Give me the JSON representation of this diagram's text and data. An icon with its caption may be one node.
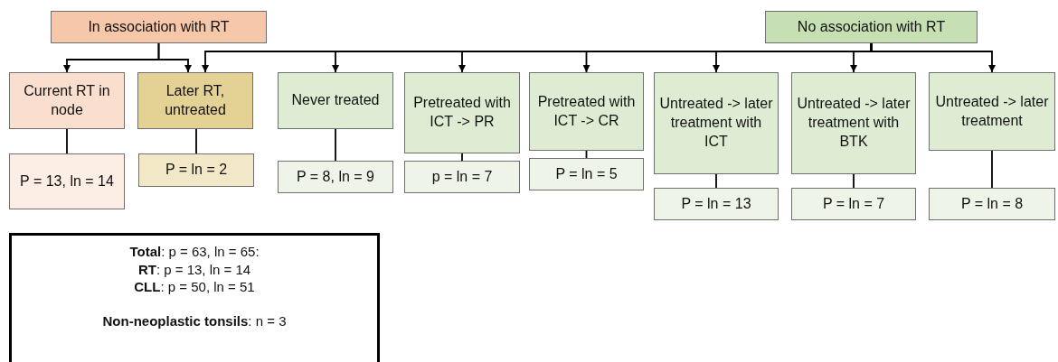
{
  "diagram": {
    "nodes": [
      {
        "text": [
          "In association with RT"
        ]
      },
      {
        "text": [
          "No association with RT"
        ]
      },
      {
        "text": [
          "Current RT in node"
        ]
      },
      {
        "text": [
          "Later RT, untreated"
        ]
      },
      {
        "text": [
          "Never treated"
        ]
      },
      {
        "text": [
          "Pretreated with ICT -> PR"
        ]
      },
      {
        "text": [
          "Pretreated with ICT -> CR"
        ]
      },
      {
        "text": [
          "Untreated -> later treatment with ICT"
        ]
      },
      {
        "text": [
          "Untreated -> later treatment with BTK"
        ]
      },
      {
        "text": [
          "Untreated -> later treatment"
        ]
      },
      {
        "text": [
          "P = 13, ln = 14"
        ]
      },
      {
        "text": [
          "P = ln = 2"
        ]
      },
      {
        "text": [
          "P = 8, ln = 9"
        ]
      },
      {
        "text": [
          "p = ln = 7"
        ]
      },
      {
        "text": [
          "P = ln = 5"
        ]
      },
      {
        "text": [
          "P = ln = 13"
        ]
      },
      {
        "text": [
          "P = ln = 7"
        ]
      },
      {
        "text": [
          "P = ln = 8"
        ]
      },
      {
        "text": [
          "**Total**: p = 63, ln = 65:",
          "**RT**: p = 13, ln = 14",
          "**CLL**: p = 50, ln = 51",
          "**Non-neoplastic tonsils**: n = 3"
        ]
      }
    ],
    "edges": [
      {
        "from": 0,
        "to": 2,
        "arrow": "to"
      },
      {
        "from": 0,
        "to": 3,
        "arrow": "to"
      },
      {
        "from": 1,
        "to": 3,
        "arrow": "to"
      },
      {
        "from": 1,
        "to": 4,
        "arrow": "to"
      },
      {
        "from": 1,
        "to": 5,
        "arrow": "to"
      },
      {
        "from": 1,
        "to": 6,
        "arrow": "to"
      },
      {
        "from": 1,
        "to": 7,
        "arrow": "to"
      },
      {
        "from": 1,
        "to": 8,
        "arrow": "to"
      },
      {
        "from": 1,
        "to": 9,
        "arrow": "to"
      },
      {
        "from": 2,
        "to": 10,
        "arrow": "none"
      },
      {
        "from": 3,
        "to": 11,
        "arrow": "none"
      },
      {
        "from": 4,
        "to": 12,
        "arrow": "none"
      },
      {
        "from": 5,
        "to": 13,
        "arrow": "none"
      },
      {
        "from": 6,
        "to": 14,
        "arrow": "none"
      },
      {
        "from": 7,
        "to": 15,
        "arrow": "none"
      },
      {
        "from": 8,
        "to": 16,
        "arrow": "none"
      },
      {
        "from": 9,
        "to": 17,
        "arrow": "none"
      }
    ]
  }
}
